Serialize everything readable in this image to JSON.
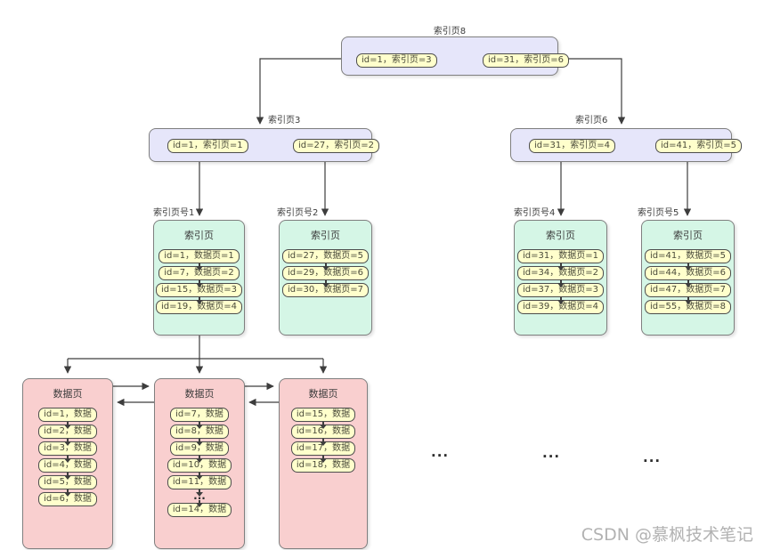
{
  "diagram": {
    "root_page": {
      "title": "索引页8",
      "entries": [
        "id=1，索引页=3",
        "id=31，索引页=6"
      ]
    },
    "level2_pages": [
      {
        "title": "索引页3",
        "entries": [
          "id=1，索引页=1",
          "id=27，索引页=2"
        ]
      },
      {
        "title": "索引页6",
        "entries": [
          "id=31，索引页=4",
          "id=41，索引页=5"
        ]
      }
    ],
    "leaf_index_pages": [
      {
        "title": "索引页号1",
        "header": "索引页",
        "entries": [
          "id=1，数据页=1",
          "id=7，数据页=2",
          "id=15，数据页=3",
          "id=19，数据页=4"
        ]
      },
      {
        "title": "索引页号2",
        "header": "索引页",
        "entries": [
          "id=27，数据页=5",
          "id=29，数据页=6",
          "id=30，数据页=7"
        ]
      },
      {
        "title": "索引页号4",
        "header": "索引页",
        "entries": [
          "id=31，数据页=1",
          "id=34，数据页=2",
          "id=37，数据页=3",
          "id=39，数据页=4"
        ]
      },
      {
        "title": "索引页号5",
        "header": "索引页",
        "entries": [
          "id=41，数据页=5",
          "id=44，数据页=6",
          "id=47，数据页=7",
          "id=55，数据页=8"
        ]
      }
    ],
    "data_pages": [
      {
        "header": "数据页",
        "entries": [
          "id=1，数据",
          "id=2，数据",
          "id=3，数据",
          "id=4，数据",
          "id=5，数据",
          "id=6，数据"
        ]
      },
      {
        "header": "数据页",
        "entries": [
          "id=7，数据",
          "id=8，数据",
          "id=9，数据",
          "id=10，数据",
          "id=11，数据",
          "id=14，数据"
        ],
        "ellipsis": "..."
      },
      {
        "header": "数据页",
        "entries": [
          "id=15，数据",
          "id=16，数据",
          "id=17，数据",
          "id=18，数据"
        ]
      }
    ],
    "ellipses": [
      "...",
      "...",
      "..."
    ]
  },
  "watermark": "CSDN @慕枫技术笔记",
  "colors": {
    "index_page_fill": "#e6e6fa",
    "leaf_index_fill": "#d5f6e6",
    "data_page_fill": "#f9cfcf",
    "entry_fill": "#ffffcc",
    "entry_border": "#4d4d4d",
    "box_border": "#7f7f7f",
    "arrow": "#3d3d3d",
    "watermark_color": "#b2b2b2"
  }
}
